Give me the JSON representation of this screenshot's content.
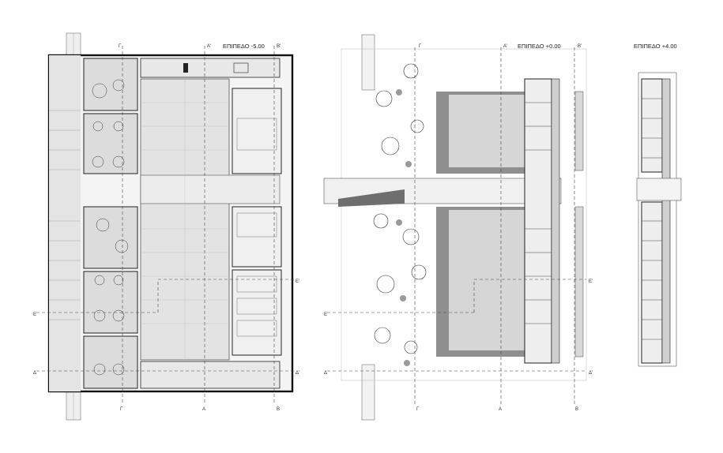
{
  "levels": {
    "lower": {
      "title": "ΕΠΙΠΕΔΟ -5.00"
    },
    "ground": {
      "title": "ΕΠΙΠΕΔΟ +0.00"
    },
    "upper": {
      "title": "ΕΠΙΠΕΔΟ +4.00"
    }
  },
  "section_markers": {
    "gamma": "Γ",
    "alpha": "Α",
    "beta": "Β",
    "delta": "Δ",
    "epsilon": "Ε",
    "alpha_prime": "Α'",
    "beta_prime": "Β'",
    "gamma_prime": "Γ'",
    "delta_prime": "Δ'",
    "epsilon_prime": "Ε'"
  },
  "colors": {
    "wall": "#1a1a1a",
    "floor_grey": "#d9d9d9",
    "courtyard": "#e6e6e6",
    "dark_void": "#8c8c8c",
    "line": "#555555"
  }
}
